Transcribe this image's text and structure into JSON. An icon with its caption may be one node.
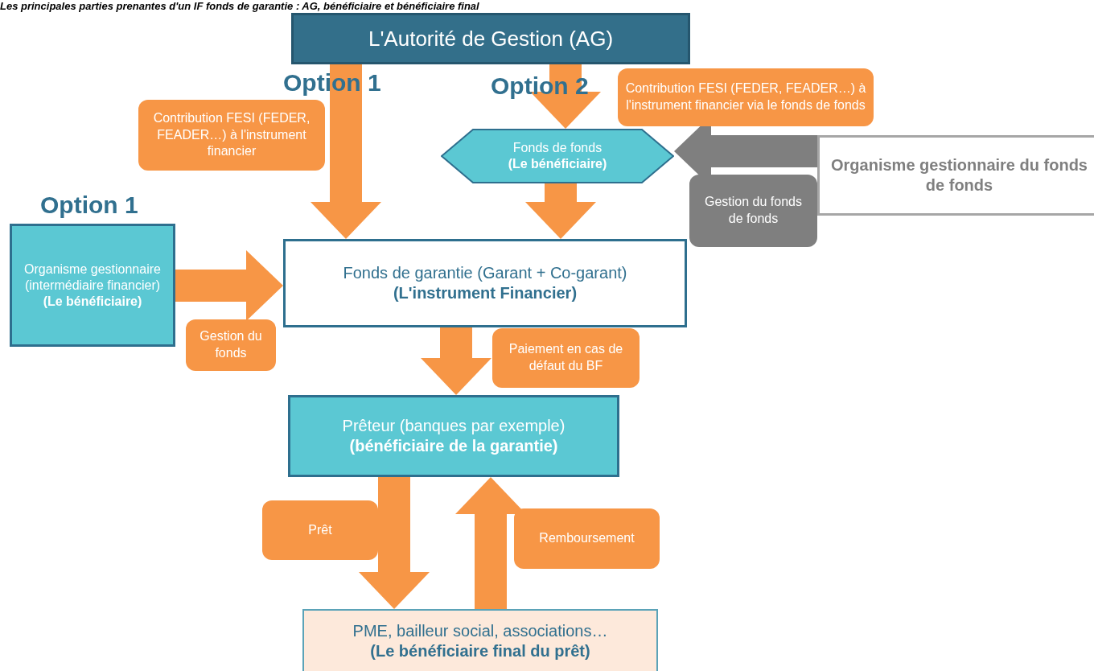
{
  "diagram": {
    "title": "Les principales parties prenantes d'un IF fonds de garantie : AG, bénéficiaire et bénéficiaire final",
    "nodes": [
      {
        "text": [
          "L'Autorité de Gestion (AG)"
        ]
      },
      {
        "text": [
          "Fonds de fonds",
          "(Le bénéficiaire)"
        ]
      },
      {
        "text": [
          "Organisme gestionnaire du fonds de fonds"
        ]
      },
      {
        "text": [
          "Organisme gestionnaire (intermédiaire financier)",
          "(Le bénéficiaire)"
        ],
        "beside": [
          "Option 1"
        ]
      },
      {
        "text": [
          "Fonds de garantie (Garant + Co-garant)",
          "(L'instrument Financier)"
        ]
      },
      {
        "text": [
          "Prêteur (banques par exemple)",
          "(bénéficiaire de la garantie)"
        ]
      },
      {
        "text": [
          "PME, bailleur social, associations…",
          "(Le bénéficiaire final du prêt)"
        ]
      }
    ],
    "edges": [
      {
        "from": 0,
        "to": 4,
        "arrow": "to",
        "label": "Contribution FESI (FEDER, FEADER…) à l'instrument financier"
      },
      {
        "from": 0,
        "to": 1,
        "arrow": "to",
        "label": "Contribution FESI (FEDER, FEADER…) à l'instrument financier via le fonds de fonds"
      },
      {
        "from": 1,
        "to": 4,
        "arrow": "to"
      },
      {
        "from": 2,
        "to": 1,
        "arrow": "to",
        "label": "Gestion du fonds de fonds",
        "color": "#7f7f7f"
      },
      {
        "from": 3,
        "to": 4,
        "arrow": "to",
        "label": "Gestion du fonds"
      },
      {
        "from": 4,
        "to": 5,
        "arrow": "to",
        "label": "Paiement en cas de défaut du BF"
      },
      {
        "from": 5,
        "to": 6,
        "arrow": "to",
        "label": "Prêt"
      },
      {
        "from": 6,
        "to": 5,
        "arrow": "to",
        "label": "Remboursement"
      }
    ],
    "labels": [
      "Option 1",
      "Option 2"
    ]
  }
}
